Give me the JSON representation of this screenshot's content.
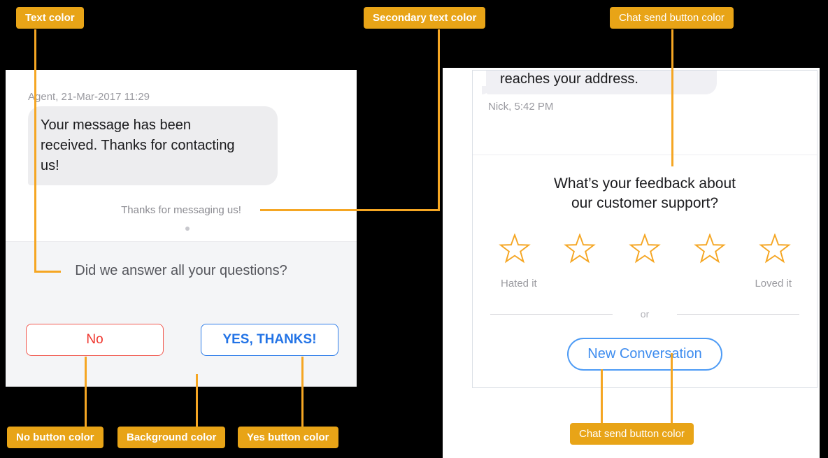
{
  "annotations": {
    "label_bg": "#E8A417",
    "line_color": "#F5A623",
    "labels": [
      {
        "id": "text-color",
        "text": "Text color"
      },
      {
        "id": "secondary-text-color",
        "text": "Secondary text color"
      },
      {
        "id": "chat-send-button-color-top",
        "text": "Chat send button color"
      },
      {
        "id": "no-button-color",
        "text": "No button color"
      },
      {
        "id": "background-color",
        "text": "Background color"
      },
      {
        "id": "yes-button-color",
        "text": "Yes button color"
      },
      {
        "id": "chat-send-button-color-bottom",
        "text": "Chat send button color"
      }
    ]
  },
  "left_chat": {
    "meta": "Agent, 21-Mar-2017 11:29",
    "message_lines": [
      "Your message has been",
      "received. Thanks for contacting",
      "us!"
    ],
    "secondary_text": "Thanks for messaging us!",
    "question": "Did we answer all your questions?",
    "no_label": "No",
    "yes_label": "YES, THANKS!",
    "colors": {
      "no_button": "#EF332B",
      "yes_button": "#2273E6",
      "background": "#F4F5F7",
      "text": "#55565C",
      "secondary_text": "#8A8A90"
    }
  },
  "right_chat": {
    "partial_message": "reaches your address.",
    "meta": "Nick, 5:42 PM",
    "question_lines": [
      "What’s your feedback about",
      "our customer support?"
    ],
    "star_count": 5,
    "rating_low": "Hated it",
    "rating_high": "Loved it",
    "or_divider": "or",
    "new_conversation_label": "New Conversation",
    "colors": {
      "star": "#F5A623",
      "send_button": "#3D8CEF"
    }
  }
}
